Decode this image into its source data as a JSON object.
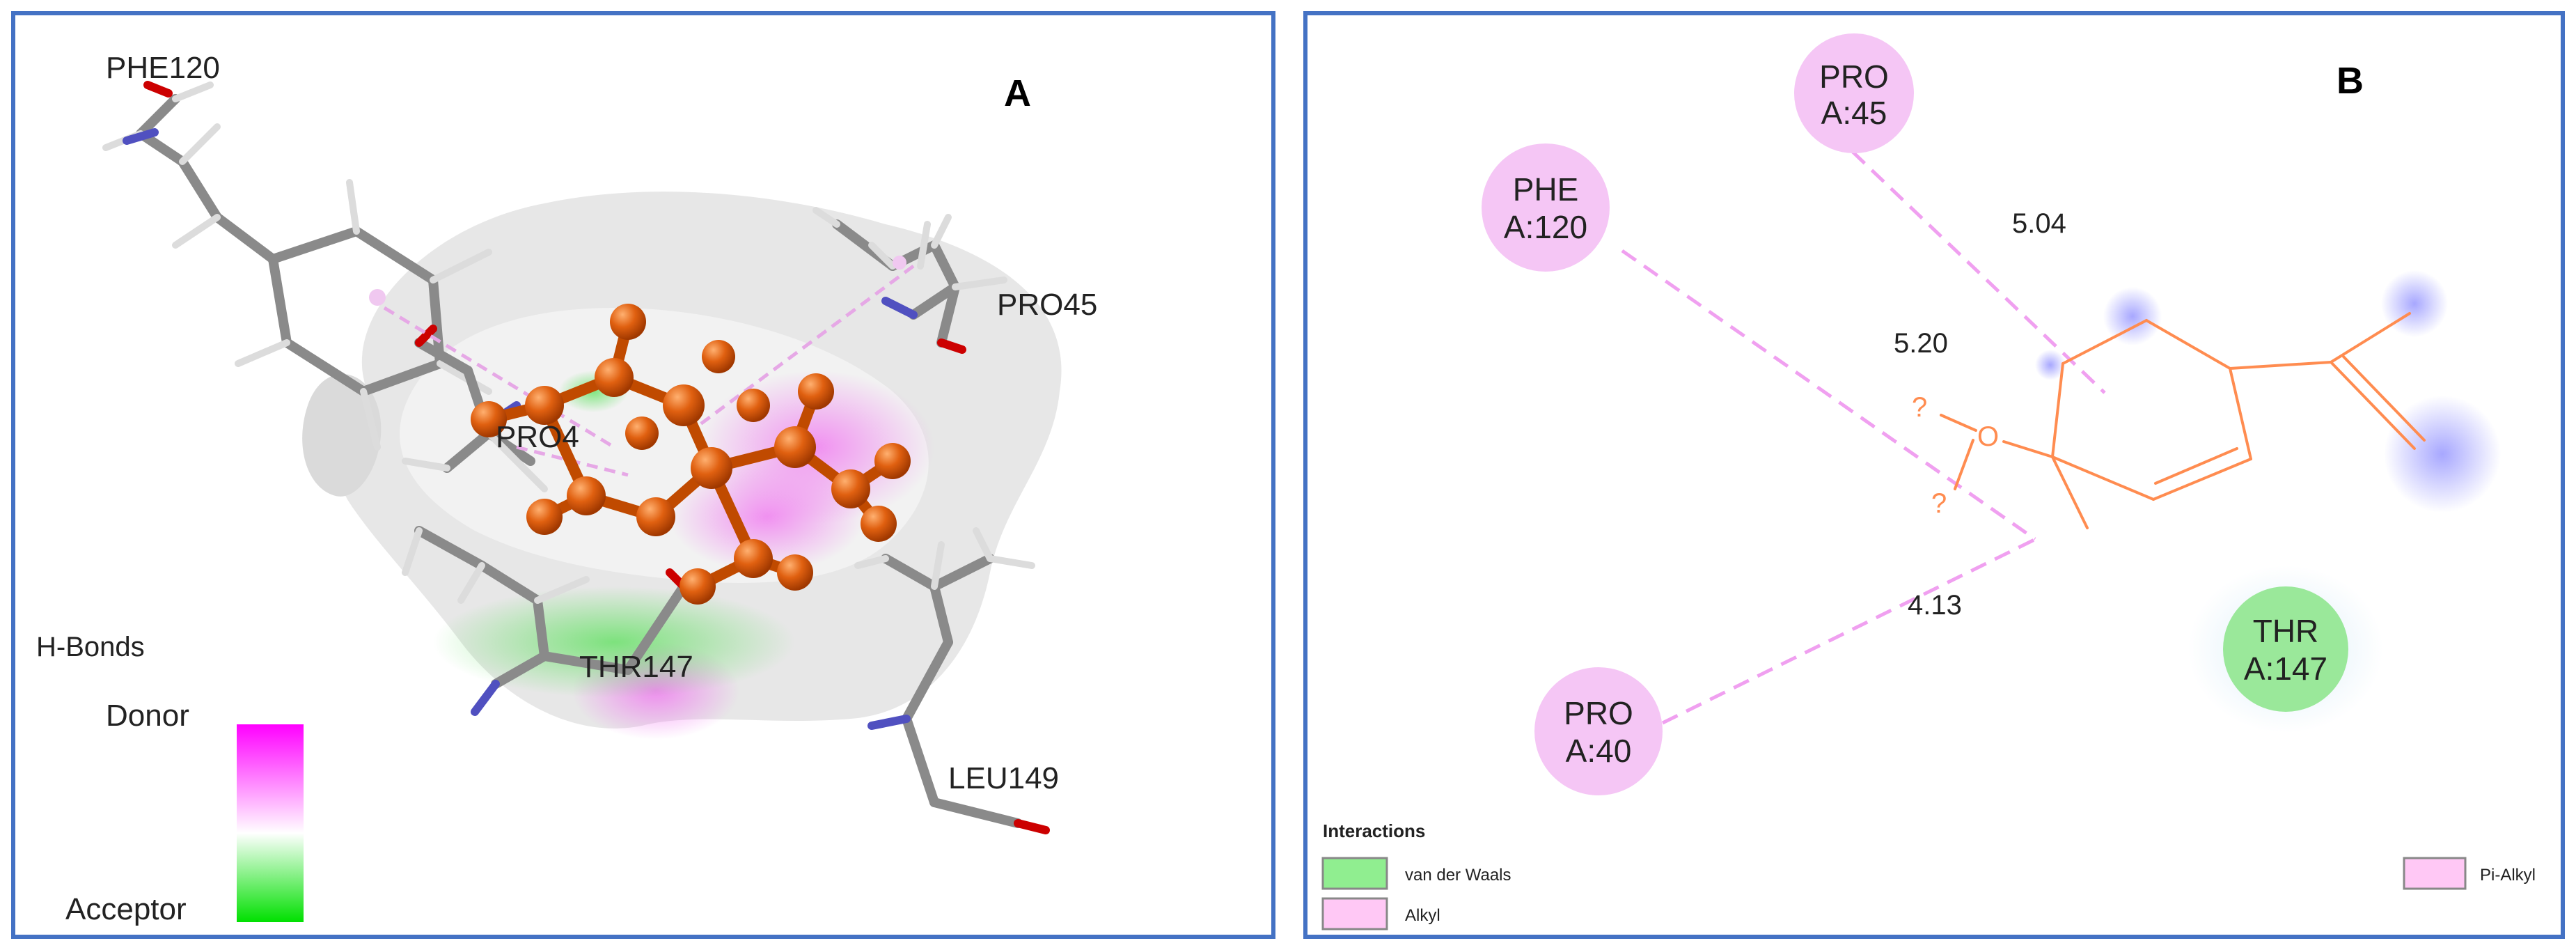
{
  "panel_a": {
    "letter": "A",
    "residues": {
      "phe120": "PHE120",
      "pro45": "PRO45",
      "pro40": "PRO4",
      "thr147": "THR147",
      "leu149": "LEU149"
    },
    "legend": {
      "title": "H-Bonds",
      "donor": "Donor",
      "acceptor": "Acceptor",
      "colors": {
        "donor": "#ff00ff",
        "mid": "#ffffff",
        "acceptor": "#00e000"
      }
    }
  },
  "panel_b": {
    "letter": "B",
    "residues": [
      {
        "line1": "PRO",
        "line2": "A:45",
        "type": "alkyl"
      },
      {
        "line1": "PHE",
        "line2": "A:120",
        "type": "alkyl"
      },
      {
        "line1": "PRO",
        "line2": "A:40",
        "type": "alkyl"
      },
      {
        "line1": "THR",
        "line2": "A:147",
        "type": "vdw"
      }
    ],
    "distances": [
      "5.04",
      "5.20",
      "4.13"
    ],
    "atoms": {
      "oxygen": "O",
      "unknown": "?"
    },
    "legend": {
      "title": "Interactions",
      "items": [
        {
          "label": "van der Waals",
          "color": "#90ee90"
        },
        {
          "label": "Alkyl",
          "color": "#ffc8f5"
        },
        {
          "label": "Pi-Alkyl",
          "color": "#ffc8f5"
        }
      ]
    },
    "colors": {
      "ligand": "#ff8c50",
      "alkyl": "#f5c6f5",
      "vdw": "#9ae89a",
      "interaction_line": "#f0a0f0"
    }
  }
}
